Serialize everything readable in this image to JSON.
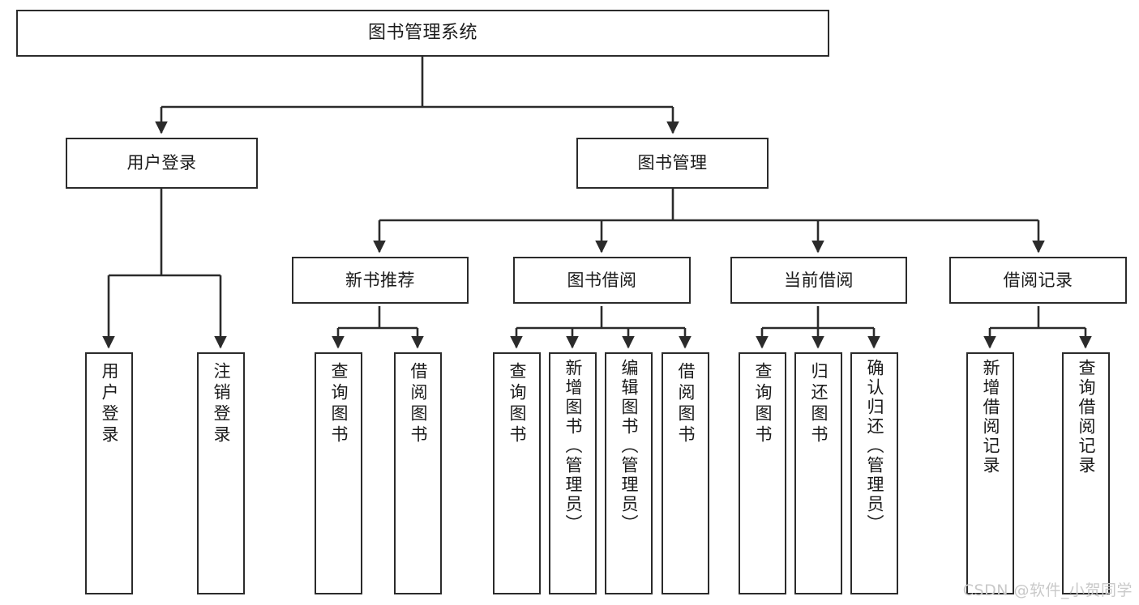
{
  "diagram": {
    "title": "图书管理系统",
    "watermark": "CSDN @软件_小贺同学",
    "line_color": "#2b2b2b",
    "box_fill": "#ffffff",
    "text_color": "#1a1a1a",
    "watermark_color": "#c9c9c9"
  },
  "nodes": {
    "root": {
      "label": "图书管理系统"
    },
    "level2": [
      {
        "label": "用户登录"
      },
      {
        "label": "图书管理"
      }
    ],
    "level3": [
      {
        "label": "新书推荐"
      },
      {
        "label": "图书借阅"
      },
      {
        "label": "当前借阅"
      },
      {
        "label": "借阅记录"
      }
    ],
    "leaves": {
      "user_login": [
        {
          "label": "用户登录"
        },
        {
          "label": "注销登录"
        }
      ],
      "new_book_recommend": [
        {
          "label": "查询图书"
        },
        {
          "label": "借阅图书"
        }
      ],
      "book_borrow": [
        {
          "label": "查询图书"
        },
        {
          "label": "新增图书（管理员）"
        },
        {
          "label": "编辑图书（管理员）"
        },
        {
          "label": "借阅图书"
        }
      ],
      "current_borrow": [
        {
          "label": "查询图书"
        },
        {
          "label": "归还图书"
        },
        {
          "label": "确认归还（管理员）"
        }
      ],
      "borrow_record": [
        {
          "label": "新增借阅记录"
        },
        {
          "label": "查询借阅记录"
        }
      ]
    }
  }
}
